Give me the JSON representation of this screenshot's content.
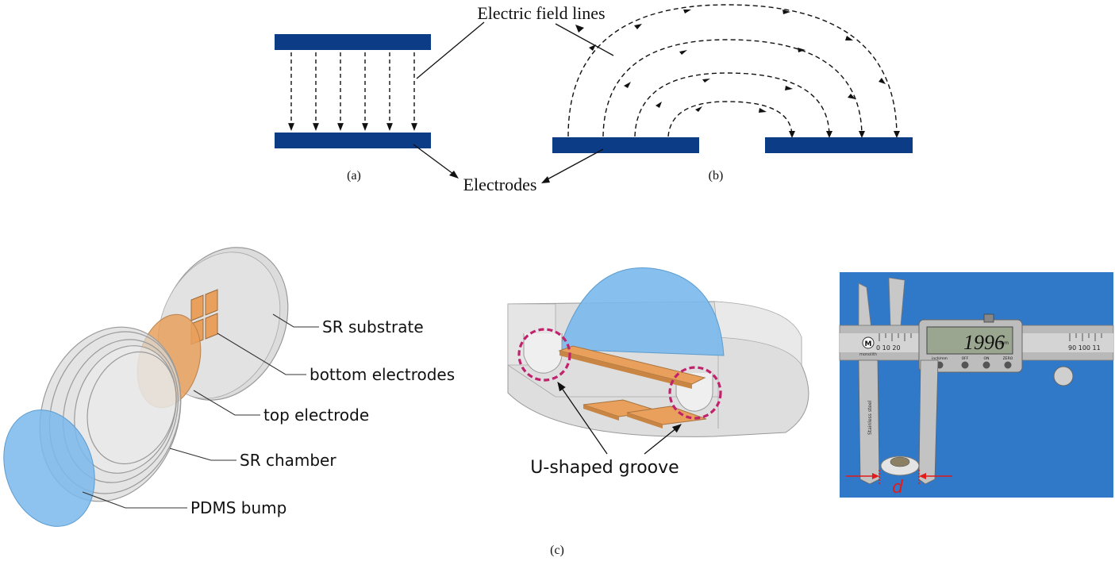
{
  "top": {
    "label_field_lines": "Electric field lines",
    "label_electrodes": "Electrodes",
    "caption_a": "(a)",
    "caption_b": "(b)"
  },
  "exploded": {
    "sr_substrate": "SR substrate",
    "bottom_electrodes": "bottom electrodes",
    "top_electrode": "top electrode",
    "sr_chamber": "SR chamber",
    "pdms_bump": "PDMS bump"
  },
  "section": {
    "groove_label": "U-shaped groove"
  },
  "photo": {
    "display_reading": "1996",
    "display_unit": "mm",
    "brand": "M",
    "brand_sub": "monolith",
    "stainless": "Stainless steel",
    "btn_inch": "inch/mm",
    "btn_off": "OFF",
    "btn_on": "ON",
    "btn_zero": "ZERO",
    "scale_left": "0   10   20",
    "scale_right": "90  100  11",
    "dimension_label": "d"
  },
  "caption_c": "(c)",
  "colors": {
    "electrode_blue": "#0d3c87",
    "copper": "#e8a05c",
    "bump_blue": "#7ab8ec",
    "highlight_magenta": "#c0226c",
    "photo_bg": "#2f79c8"
  }
}
